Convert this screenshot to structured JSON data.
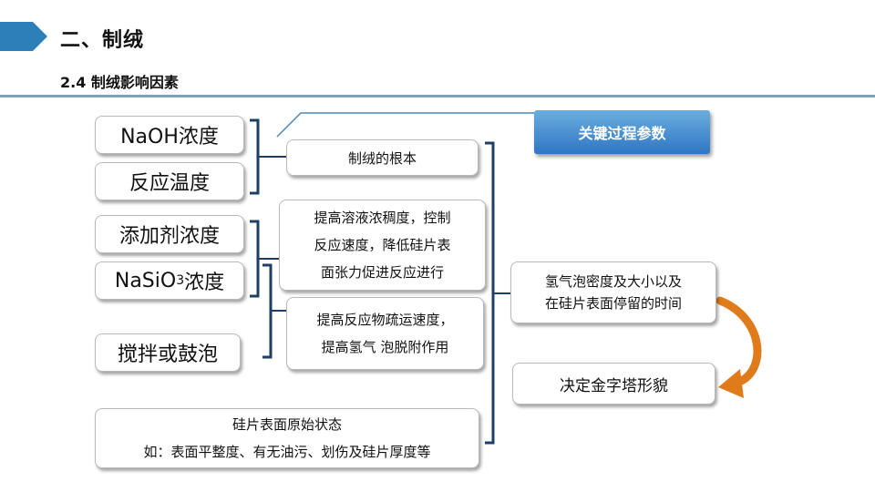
{
  "header": {
    "title": "二、制绒",
    "subtitle": "2.4 制绒影响因素"
  },
  "factors": {
    "naoh": "NaOH浓度",
    "temp": "反应温度",
    "additive": "添加剂浓度",
    "nasio3_base": "NaSiO",
    "nasio3_sub": "3",
    "nasio3_tail": "浓度",
    "stir": "搅拌或鼓泡"
  },
  "effects": {
    "root": "制绒的根本",
    "viscosity_line1": "提高溶液浓稠度，控制",
    "viscosity_line2": "反应速度，降低硅片表",
    "viscosity_line3": "面张力促进反应进行",
    "transport_line1": "提高反应物疏运速度，",
    "transport_line2": "提高氢气 泡脱附作用"
  },
  "surface": {
    "line1": "硅片表面原始状态",
    "line2": "如：表面平整度、有无油污、划伤及硅片厚度等"
  },
  "key_param": "关键过程参数",
  "results": {
    "bubble_line1": "氢气泡密度及大小以及",
    "bubble_line2": "在硅片表面停留的时间",
    "pyramid": "决定金字塔形貌"
  },
  "colors": {
    "header_accent": "#2c7fb8",
    "rule": "#7fa1b5",
    "bracket": "#1f3f66",
    "key_fill": "#3f8ad4",
    "arrow": "#e07b1c"
  }
}
